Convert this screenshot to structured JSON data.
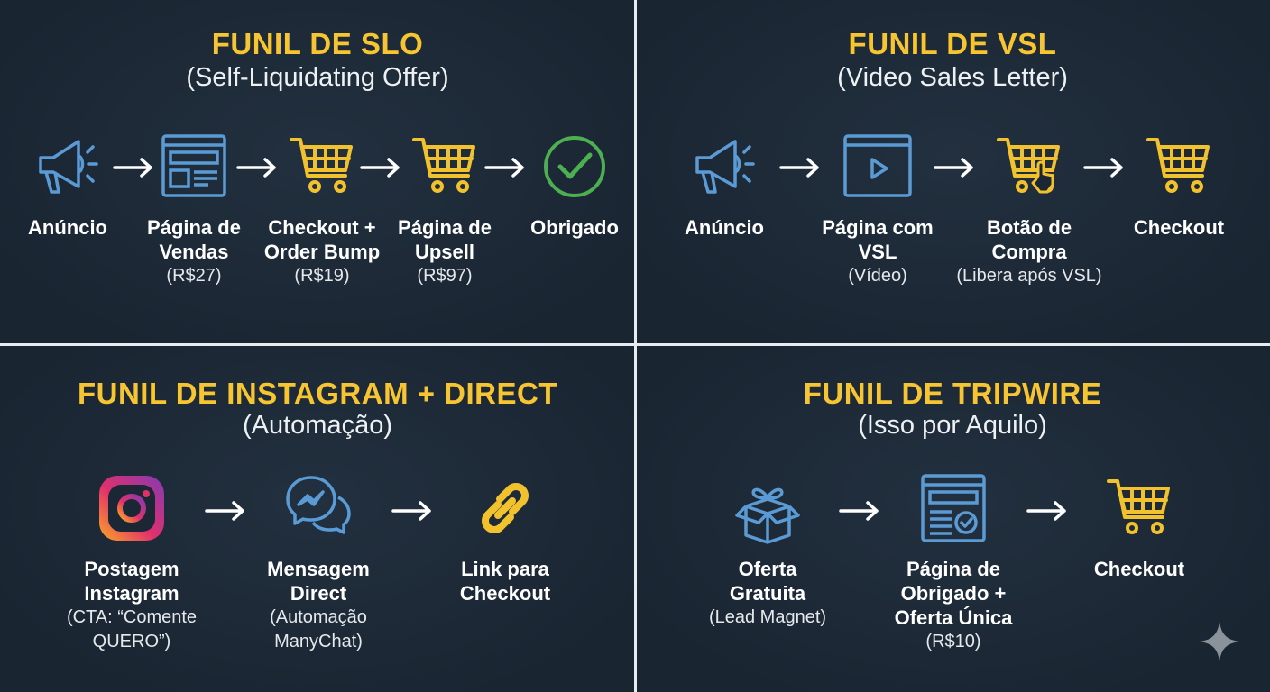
{
  "colors": {
    "background": "#1b2734",
    "title": "#f7c531",
    "blue": "#5b9bd5",
    "yellow": "#f2c12e",
    "green": "#4caf50",
    "divider": "#e8ecef"
  },
  "quadrants": [
    {
      "title": "FUNIL DE SLO",
      "subtitle": "(Self-Liquidating Offer)",
      "steps": [
        {
          "icon": "megaphone-icon",
          "label": "Anúncio",
          "note": ""
        },
        {
          "icon": "web-page-icon",
          "label": "Página de\nVendas",
          "note": "(R$27)"
        },
        {
          "icon": "shopping-cart-icon",
          "label": "Checkout +\nOrder Bump",
          "note": "(R$19)"
        },
        {
          "icon": "shopping-cart-icon",
          "label": "Página de\nUpsell",
          "note": "(R$97)"
        },
        {
          "icon": "check-circle-icon",
          "label": "Obrigado",
          "note": ""
        }
      ]
    },
    {
      "title": "FUNIL DE VSL",
      "subtitle": "(Video Sales Letter)",
      "steps": [
        {
          "icon": "megaphone-icon",
          "label": "Anúncio",
          "note": ""
        },
        {
          "icon": "video-page-icon",
          "label": "Página com\nVSL",
          "note": "(Vídeo)"
        },
        {
          "icon": "cart-click-icon",
          "label": "Botão de\nCompra",
          "note": "(Libera após VSL)"
        },
        {
          "icon": "shopping-cart-icon",
          "label": "Checkout",
          "note": ""
        }
      ]
    },
    {
      "title": "FUNIL DE INSTAGRAM + DIRECT",
      "subtitle": "(Automação)",
      "steps": [
        {
          "icon": "instagram-icon",
          "label": "Postagem\nInstagram",
          "note": "(CTA: “Comente\nQUERO”)"
        },
        {
          "icon": "messenger-icon",
          "label": "Mensagem\nDirect",
          "note": "(Automação\nManyChat)"
        },
        {
          "icon": "link-icon",
          "label": "Link para\nCheckout",
          "note": ""
        }
      ]
    },
    {
      "title": "FUNIL DE TRIPWIRE",
      "subtitle": "(Isso por Aquilo)",
      "steps": [
        {
          "icon": "gift-box-icon",
          "label": "Oferta\nGratuita",
          "note": "(Lead Magnet)"
        },
        {
          "icon": "page-check-icon",
          "label": "Página de\nObrigado +\nOferta Única",
          "note": "(R$10)"
        },
        {
          "icon": "shopping-cart-icon",
          "label": "Checkout",
          "note": ""
        }
      ]
    }
  ]
}
